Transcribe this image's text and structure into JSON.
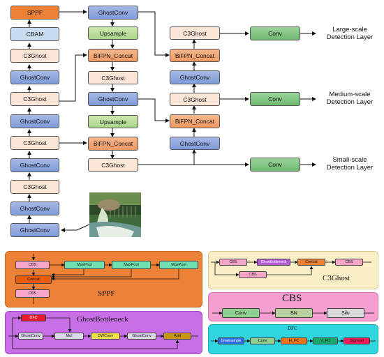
{
  "diagram": {
    "backbone": [
      "SPPF",
      "CBAM",
      "C3Ghost",
      "GhostConv",
      "C3Ghost",
      "GhostConv",
      "C3Ghost",
      "GhostConv",
      "C3Ghost",
      "GhostConv",
      "GhostConv"
    ],
    "neck_col1": [
      "GhostConv",
      "Upsample",
      "BiFPN_Concat",
      "C3Ghost",
      "GhostConv",
      "Upsample",
      "BiFPN_Concat",
      "C3Ghost"
    ],
    "neck_col2": [
      "C3Ghost",
      "BiFPN_Concat",
      "GhostConv",
      "C3Ghost",
      "BiFPN_Concat",
      "GhostConv"
    ],
    "heads": [
      "Conv",
      "Conv",
      "Conv"
    ],
    "outputs": [
      {
        "line1": "Large-scale",
        "line2": "Detection Layer"
      },
      {
        "line1": "Medium-scale",
        "line2": "Detection Layer"
      },
      {
        "line1": "Small-scale",
        "line2": "Detection Layer"
      }
    ]
  },
  "panels": {
    "sppf": {
      "title": "SPPF",
      "cbs1": "CBS",
      "maxpool1": "MaxPool",
      "maxpool2": "MaxPool",
      "maxpool3": "MaxPool",
      "concat": "Concat",
      "cbs2": "CBS"
    },
    "c3ghost": {
      "title": "C3Ghost",
      "cbs1": "CBS",
      "bottleneck": "GhostBottleneck",
      "concat": "Concat",
      "cbs2": "CBS",
      "cbs3": "CBS"
    },
    "cbs": {
      "title": "CBS",
      "conv": "Conv",
      "bn": "BN",
      "silu": "Silu"
    },
    "ghostbottleneck": {
      "title": "GhostBottleneck",
      "dfc": "DFC",
      "ghostconv1": "GhostConv",
      "mul": "Mul",
      "dwconv": "DWConv",
      "ghostconv2": "GhostConv",
      "add": "Add"
    },
    "dfc": {
      "title": "DFC",
      "downsample": "Downsample",
      "conv": "Conv",
      "hfc": "H_FC",
      "vfc": "V_FC",
      "sigmoid": "Sigmoid"
    }
  },
  "colors": {
    "ghostconv": "#8aa4df",
    "c3ghost": "#fbe6d8",
    "concat": "#f3a676",
    "upsample": "#bde0a0",
    "conv": "#86c786",
    "cbam": "#c7dcef",
    "sppf": "#ee8138"
  }
}
